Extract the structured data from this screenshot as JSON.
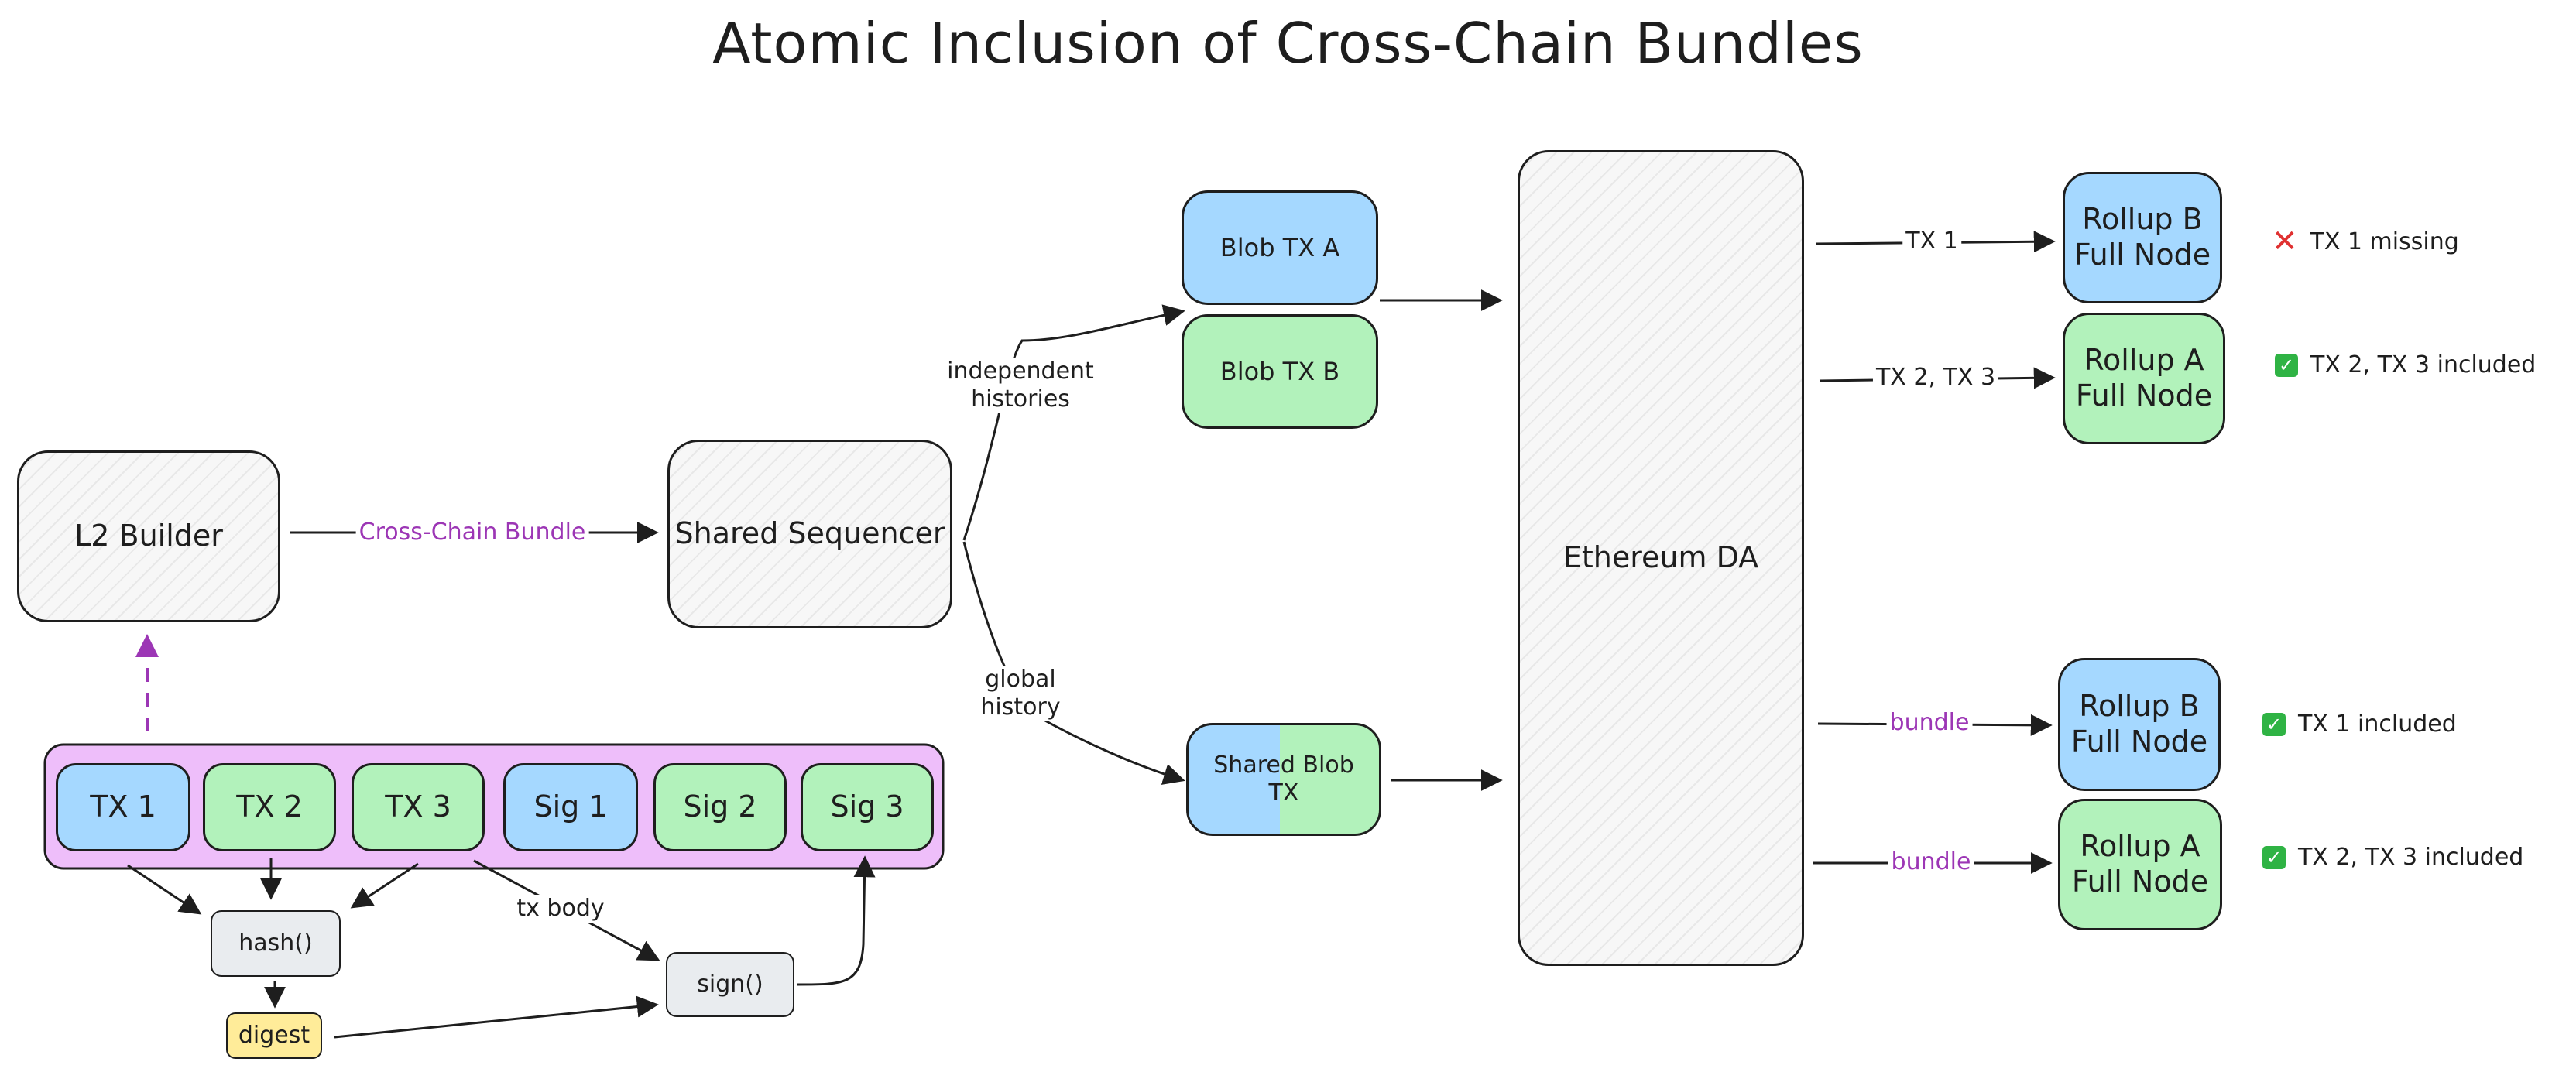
{
  "title": "Atomic Inclusion of Cross-Chain Bundles",
  "nodes": {
    "l2_builder": "L2 Builder",
    "shared_sequencer": "Shared Sequencer",
    "blob_tx_a": "Blob TX A",
    "blob_tx_b": "Blob TX B",
    "shared_blob_tx": "Shared Blob TX",
    "ethereum_da": "Ethereum DA",
    "rollup_b_full_node": "Rollup B Full Node",
    "rollup_a_full_node": "Rollup A Full Node",
    "hash_fn": "hash()",
    "sign_fn": "sign()",
    "digest": "digest"
  },
  "bundle_items": [
    "TX 1",
    "TX 2",
    "TX 3",
    "Sig 1",
    "Sig 2",
    "Sig 3"
  ],
  "edge_labels": {
    "cross_chain_bundle": "Cross-Chain Bundle",
    "independent_histories": "independent histories",
    "global_history": "global history",
    "tx1": "TX 1",
    "tx2_tx3": "TX 2, TX 3",
    "bundle": "bundle",
    "tx_body": "tx body"
  },
  "statuses": {
    "tx1_missing": "TX 1 missing",
    "tx23_included": "TX 2, TX 3 included",
    "tx1_included": "TX 1 included",
    "tx23_included_bundle": "TX 2, TX 3 included"
  },
  "icons": {
    "missing": "cross-mark",
    "included": "check-mark"
  },
  "colors": {
    "rollup_a": "#b2f2bb",
    "rollup_b": "#a5d8ff",
    "bundle_background": "#eebefa",
    "accent_purple": "#9c36b5",
    "digest": "#ffec99",
    "function": "#e9ecef",
    "stroke": "#1e1e1e",
    "missing": "#e03131",
    "included": "#2fb344"
  }
}
